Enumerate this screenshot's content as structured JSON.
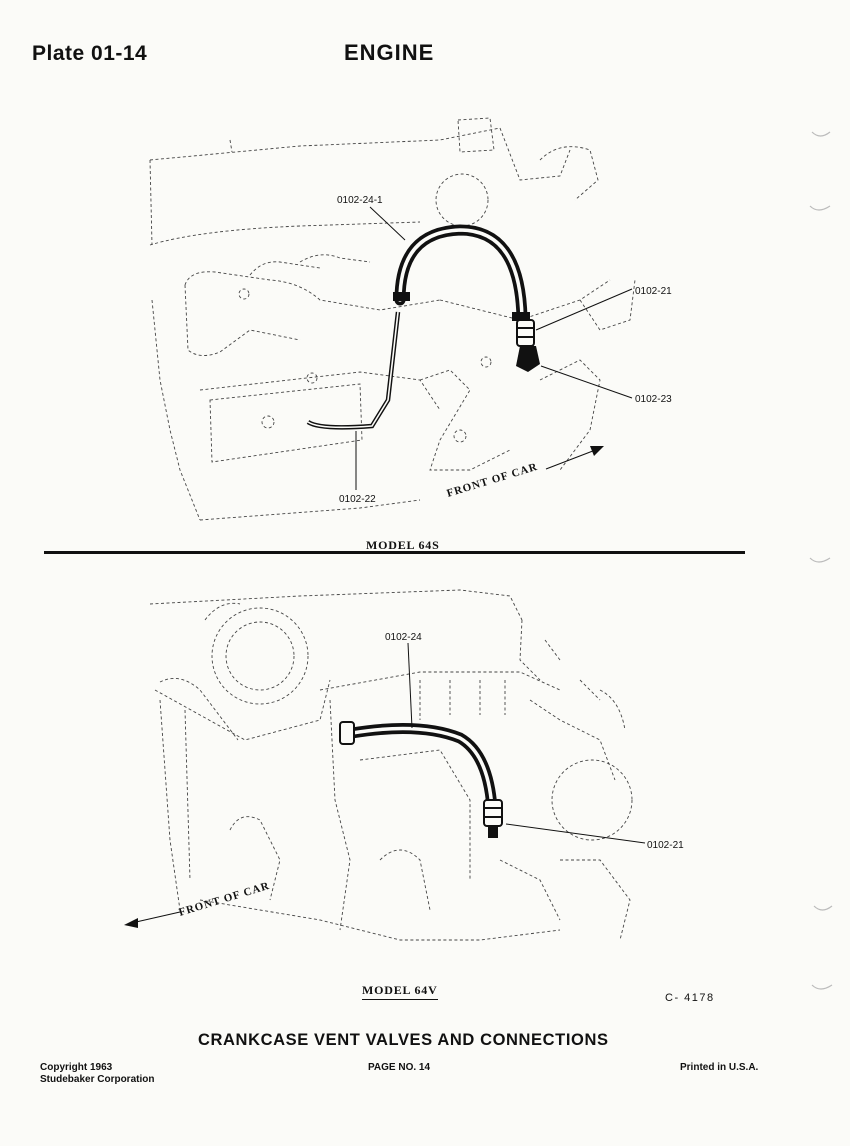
{
  "header": {
    "plate": "Plate 01-14",
    "section": "ENGINE"
  },
  "figure_top": {
    "caption": "MODEL 64S",
    "direction_label": "FRONT OF CAR",
    "callouts": {
      "hose": "0102-24-1",
      "valve": "0102-21",
      "elbow": "0102-23",
      "tube": "0102-22"
    }
  },
  "figure_bottom": {
    "caption": "MODEL 64V",
    "direction_label": "FRONT OF CAR",
    "callouts": {
      "hose": "0102-24",
      "valve": "0102-21"
    }
  },
  "drawing_code": "C- 4178",
  "title": "CRANKCASE VENT VALVES AND CONNECTIONS",
  "footer": {
    "copyright_line1": "Copyright 1963",
    "copyright_line2": "Studebaker Corporation",
    "page": "PAGE NO. 14",
    "printed": "Printed in U.S.A."
  }
}
